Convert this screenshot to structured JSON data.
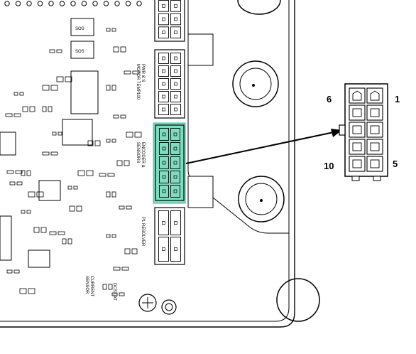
{
  "diagram": {
    "pin_labels": {
      "top_left": "6",
      "top_right": "1",
      "bottom_left": "10",
      "bottom_right": "5"
    },
    "silkscreen": {
      "sos_1": "SOS",
      "sos_2": "SOS",
      "header_upper": "PWR & S\nMOTOR TEMP",
      "header_upper_num": "100",
      "header_highlighted": "ENCODER &\nSENSORS",
      "header_lower": "P1 RESOLVER",
      "bottom_left_label": "CURRENT\nSENSOR",
      "bottom_mid_label": "DCS LAT"
    },
    "colors": {
      "highlight": "#7fdcbf",
      "line": "#000000",
      "background": "#ffffff"
    }
  }
}
